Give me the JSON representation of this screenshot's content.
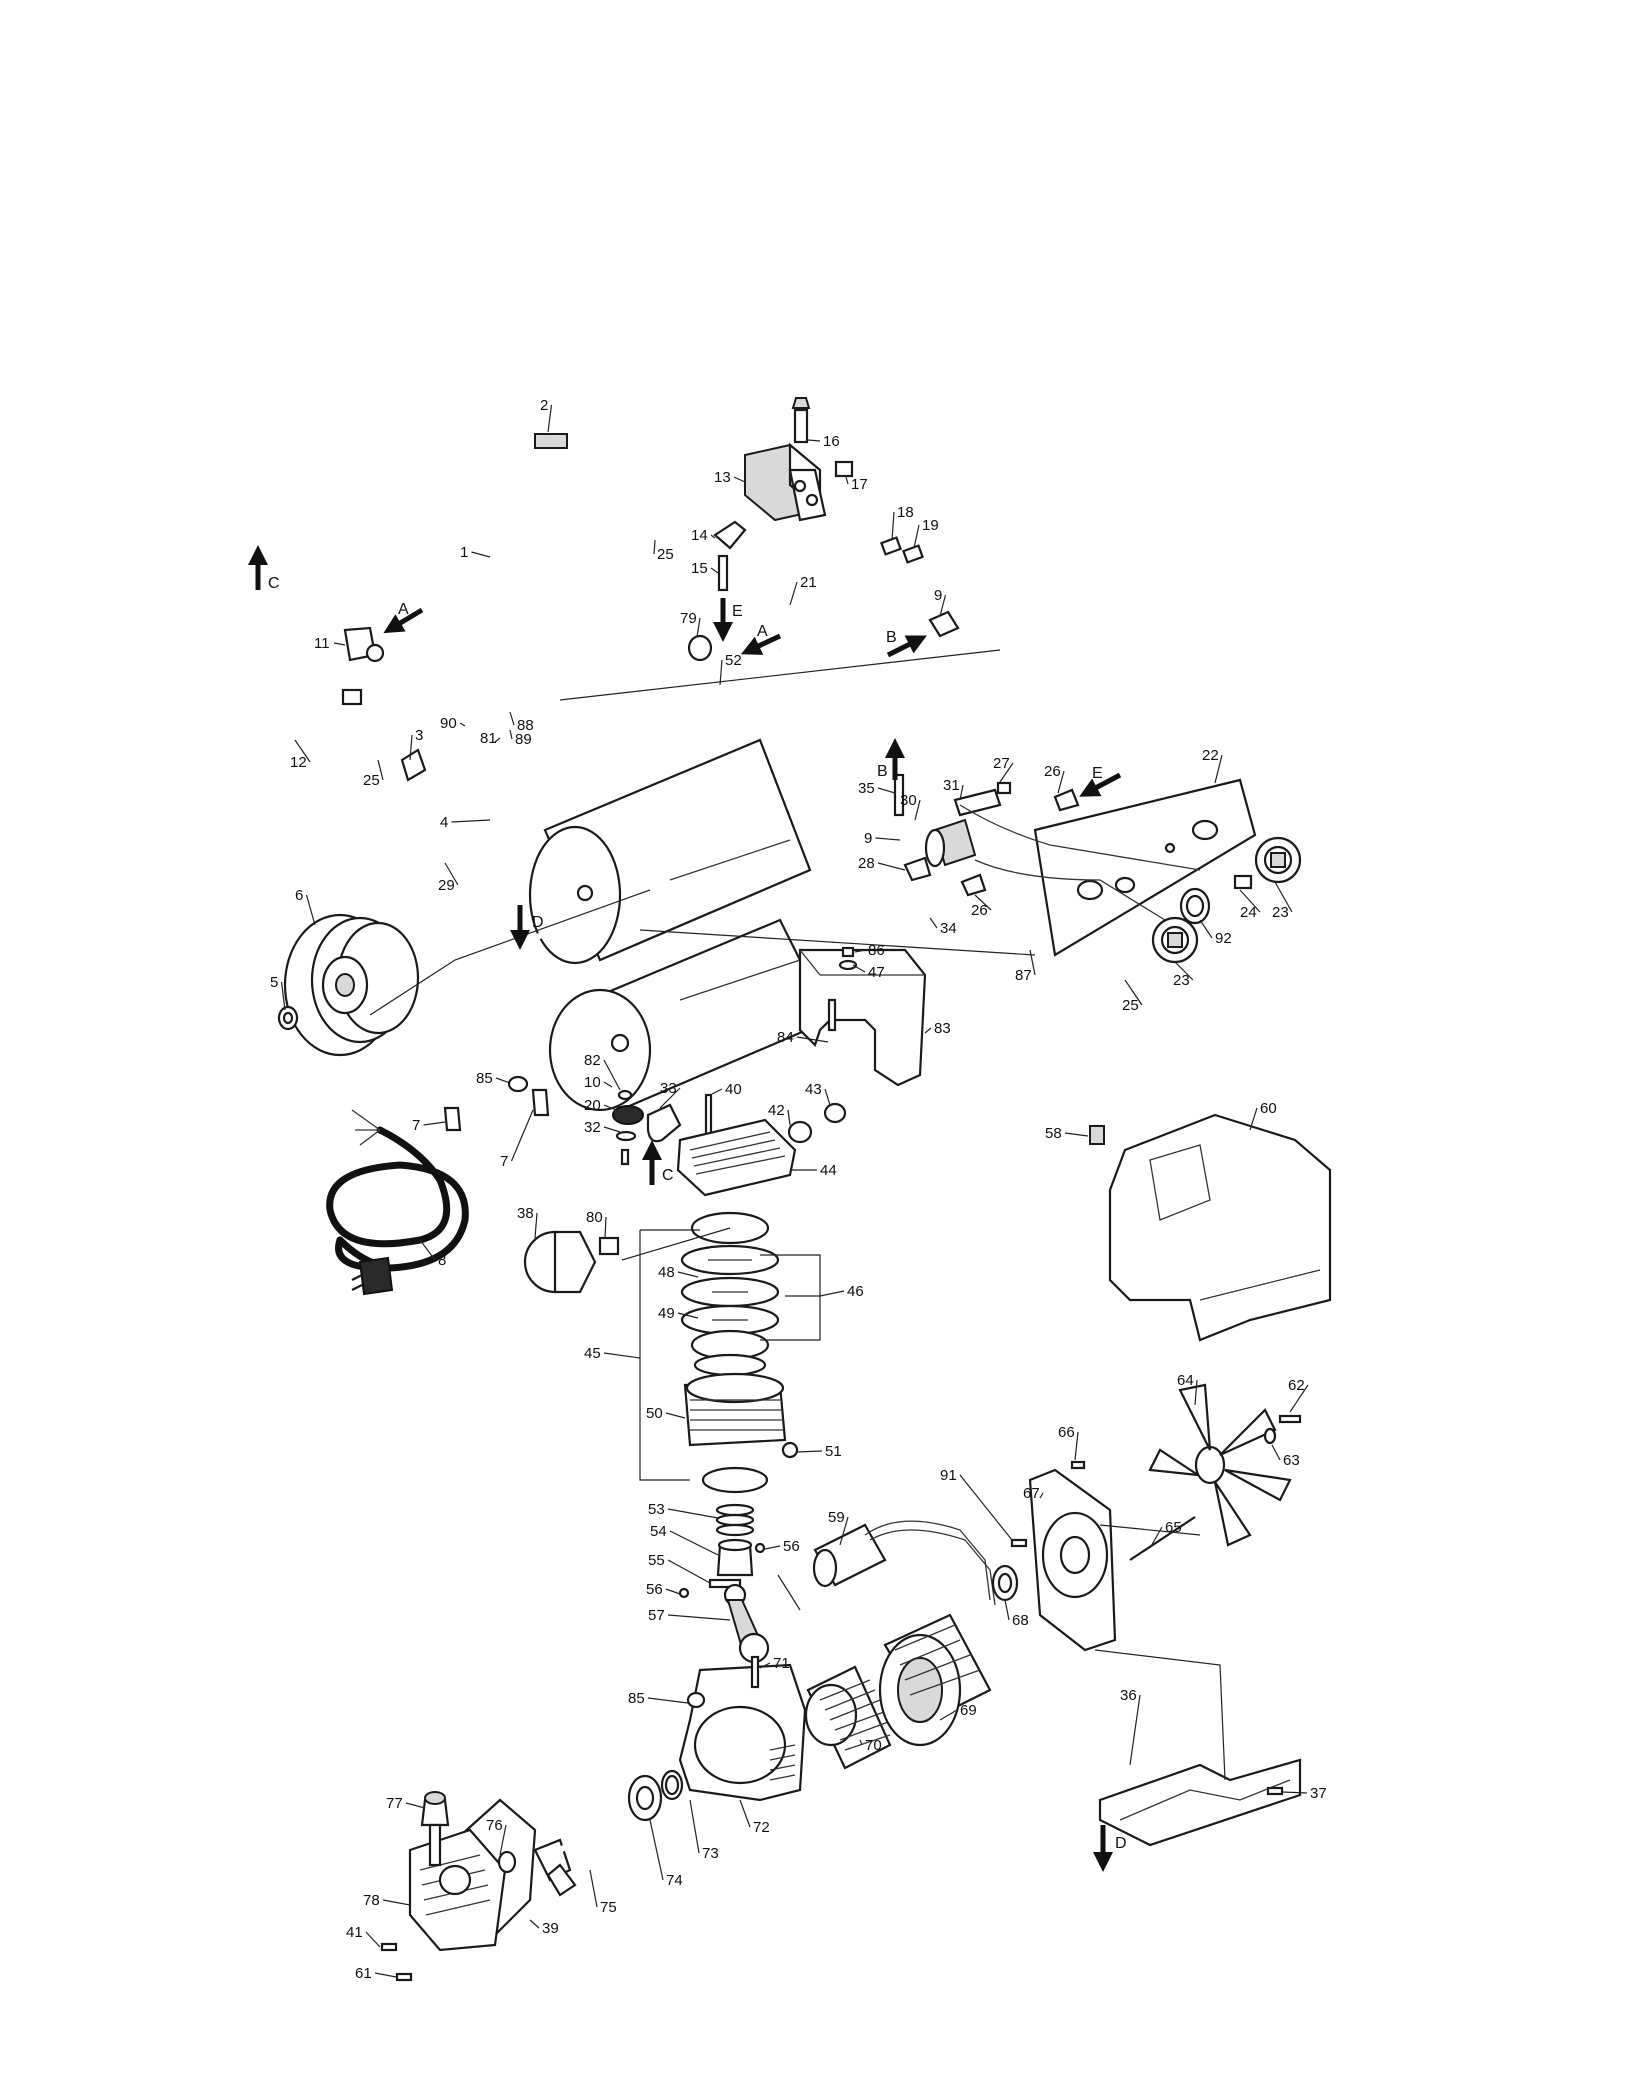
{
  "callouts": [
    {
      "id": "c1",
      "text": "1"
    },
    {
      "id": "c2",
      "text": "2"
    },
    {
      "id": "c3",
      "text": "3"
    },
    {
      "id": "c4",
      "text": "4"
    },
    {
      "id": "c5",
      "text": "5"
    },
    {
      "id": "c6",
      "text": "6"
    },
    {
      "id": "c7a",
      "text": "7"
    },
    {
      "id": "c7b",
      "text": "7"
    },
    {
      "id": "c8",
      "text": "8"
    },
    {
      "id": "c9a",
      "text": "9"
    },
    {
      "id": "c9b",
      "text": "9"
    },
    {
      "id": "c10",
      "text": "10"
    },
    {
      "id": "c11",
      "text": "11"
    },
    {
      "id": "c12",
      "text": "12"
    },
    {
      "id": "c13",
      "text": "13"
    },
    {
      "id": "c14",
      "text": "14"
    },
    {
      "id": "c15",
      "text": "15"
    },
    {
      "id": "c16",
      "text": "16"
    },
    {
      "id": "c17",
      "text": "17"
    },
    {
      "id": "c18",
      "text": "18"
    },
    {
      "id": "c19",
      "text": "19"
    },
    {
      "id": "c20",
      "text": "20"
    },
    {
      "id": "c21",
      "text": "21"
    },
    {
      "id": "c22",
      "text": "22"
    },
    {
      "id": "c23a",
      "text": "23"
    },
    {
      "id": "c23b",
      "text": "23"
    },
    {
      "id": "c24",
      "text": "24"
    },
    {
      "id": "c25a",
      "text": "25"
    },
    {
      "id": "c25b",
      "text": "25"
    },
    {
      "id": "c25c",
      "text": "25"
    },
    {
      "id": "c26a",
      "text": "26"
    },
    {
      "id": "c26b",
      "text": "26"
    },
    {
      "id": "c27",
      "text": "27"
    },
    {
      "id": "c28",
      "text": "28"
    },
    {
      "id": "c29",
      "text": "29"
    },
    {
      "id": "c30",
      "text": "30"
    },
    {
      "id": "c31",
      "text": "31"
    },
    {
      "id": "c32",
      "text": "32"
    },
    {
      "id": "c33",
      "text": "33"
    },
    {
      "id": "c34",
      "text": "34"
    },
    {
      "id": "c35",
      "text": "35"
    },
    {
      "id": "c36",
      "text": "36"
    },
    {
      "id": "c37",
      "text": "37"
    },
    {
      "id": "c38",
      "text": "38"
    },
    {
      "id": "c39",
      "text": "39"
    },
    {
      "id": "c40",
      "text": "40"
    },
    {
      "id": "c41",
      "text": "41"
    },
    {
      "id": "c42",
      "text": "42"
    },
    {
      "id": "c43",
      "text": "43"
    },
    {
      "id": "c44",
      "text": "44"
    },
    {
      "id": "c45",
      "text": "45"
    },
    {
      "id": "c46",
      "text": "46"
    },
    {
      "id": "c47",
      "text": "47"
    },
    {
      "id": "c48",
      "text": "48"
    },
    {
      "id": "c49",
      "text": "49"
    },
    {
      "id": "c50",
      "text": "50"
    },
    {
      "id": "c51",
      "text": "51"
    },
    {
      "id": "c52",
      "text": "52"
    },
    {
      "id": "c53",
      "text": "53"
    },
    {
      "id": "c54",
      "text": "54"
    },
    {
      "id": "c55",
      "text": "55"
    },
    {
      "id": "c56a",
      "text": "56"
    },
    {
      "id": "c56b",
      "text": "56"
    },
    {
      "id": "c57",
      "text": "57"
    },
    {
      "id": "c58",
      "text": "58"
    },
    {
      "id": "c59",
      "text": "59"
    },
    {
      "id": "c60",
      "text": "60"
    },
    {
      "id": "c61",
      "text": "61"
    },
    {
      "id": "c62",
      "text": "62"
    },
    {
      "id": "c63",
      "text": "63"
    },
    {
      "id": "c64",
      "text": "64"
    },
    {
      "id": "c65",
      "text": "65"
    },
    {
      "id": "c66",
      "text": "66"
    },
    {
      "id": "c67",
      "text": "67"
    },
    {
      "id": "c68",
      "text": "68"
    },
    {
      "id": "c69",
      "text": "69"
    },
    {
      "id": "c70",
      "text": "70"
    },
    {
      "id": "c71",
      "text": "71"
    },
    {
      "id": "c72",
      "text": "72"
    },
    {
      "id": "c73",
      "text": "73"
    },
    {
      "id": "c74",
      "text": "74"
    },
    {
      "id": "c75",
      "text": "75"
    },
    {
      "id": "c76",
      "text": "76"
    },
    {
      "id": "c77",
      "text": "77"
    },
    {
      "id": "c78",
      "text": "78"
    },
    {
      "id": "c79",
      "text": "79"
    },
    {
      "id": "c80",
      "text": "80"
    },
    {
      "id": "c81",
      "text": "81"
    },
    {
      "id": "c82",
      "text": "82"
    },
    {
      "id": "c83",
      "text": "83"
    },
    {
      "id": "c84",
      "text": "84"
    },
    {
      "id": "c85a",
      "text": "85"
    },
    {
      "id": "c85b",
      "text": "85"
    },
    {
      "id": "c86",
      "text": "86"
    },
    {
      "id": "c87",
      "text": "87"
    },
    {
      "id": "c88",
      "text": "88"
    },
    {
      "id": "c89",
      "text": "89"
    },
    {
      "id": "c90",
      "text": "90"
    },
    {
      "id": "c91",
      "text": "91"
    },
    {
      "id": "c92",
      "text": "92"
    }
  ],
  "connection_arrows": [
    {
      "id": "arrA1",
      "text": "A"
    },
    {
      "id": "arrA2",
      "text": "A"
    },
    {
      "id": "arrB1",
      "text": "B"
    },
    {
      "id": "arrB2",
      "text": "B"
    },
    {
      "id": "arrC1",
      "text": "C"
    },
    {
      "id": "arrC2",
      "text": "C"
    },
    {
      "id": "arrD1",
      "text": "D"
    },
    {
      "id": "arrD2",
      "text": "D"
    },
    {
      "id": "arrE1",
      "text": "E"
    },
    {
      "id": "arrE2",
      "text": "E"
    }
  ]
}
